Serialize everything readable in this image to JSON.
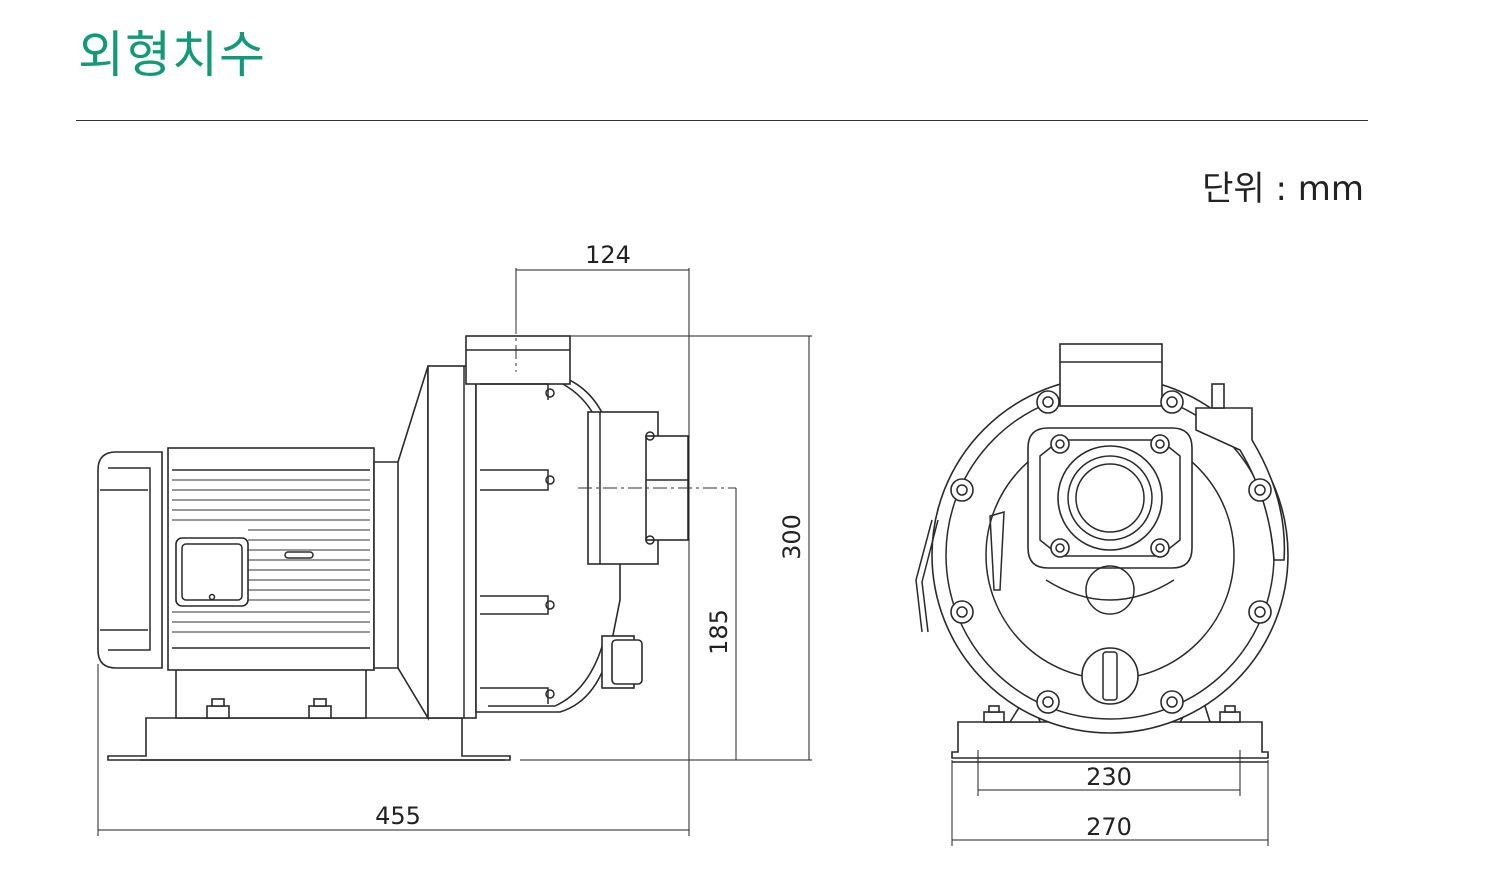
{
  "header": {
    "title": "외형치수",
    "unit_label": "단위 : mm"
  },
  "side_view": {
    "dim_top_width": "124",
    "dim_height_total": "300",
    "dim_height_outlet": "185",
    "dim_total_length": "455"
  },
  "front_view": {
    "dim_bolt_spacing": "230",
    "dim_base_width": "270"
  },
  "colors": {
    "title": "#129a78",
    "line": "#2a2a2a"
  }
}
